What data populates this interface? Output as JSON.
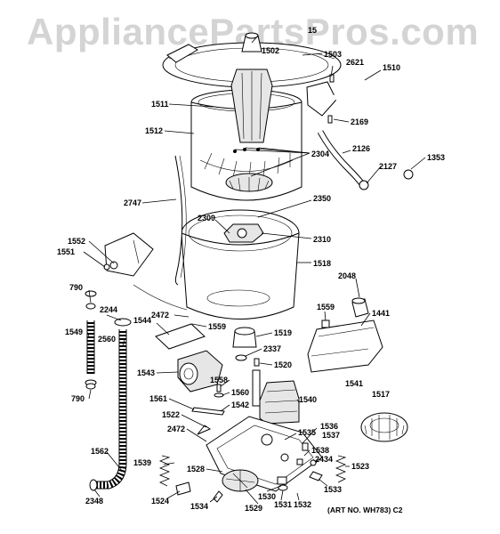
{
  "watermark": "AppliancePartsPros.com",
  "art_note": "(ART NO. WH783) C2",
  "callouts": {
    "p1502": "1502",
    "p1503": "1503",
    "p2621": "2621",
    "p1510": "1510",
    "p1511": "1511",
    "p2169": "2169",
    "p1512": "1512",
    "p2126": "2126",
    "p2304": "2304",
    "p2127": "2127",
    "p1353": "1353",
    "p2350": "2350",
    "p2747": "2747",
    "p2309": "2309",
    "p2310": "2310",
    "p1552": "1552",
    "p1551": "1551",
    "p1518": "1518",
    "p2048": "2048",
    "p790a": "790",
    "p2244": "2244",
    "p1559a": "1559",
    "p1441": "1441",
    "p1549": "1549",
    "p2472a": "2472",
    "p1559b": "1559",
    "p1544": "1544",
    "p2560": "2560",
    "p1519": "1519",
    "p2337": "2337",
    "p1520": "1520",
    "p1543": "1543",
    "p1558": "1558",
    "p1541": "1541",
    "p790b": "790",
    "p1560": "1560",
    "p1561": "1561",
    "p1542": "1542",
    "p1540": "1540",
    "p1517": "1517",
    "p1522": "1522",
    "p2472b": "2472",
    "p1536": "1536",
    "p1535": "1535",
    "p1537": "1537",
    "p1562": "1562",
    "p1538": "1538",
    "p1539": "1539",
    "p2434": "2434",
    "p1528": "1528",
    "p1523": "1523",
    "p1533": "1533",
    "p2348": "2348",
    "p1524": "1524",
    "p1530": "1530",
    "p1534": "1534",
    "p1529": "1529",
    "p1531": "1531",
    "p1532": "1532",
    "p15top": "15"
  }
}
